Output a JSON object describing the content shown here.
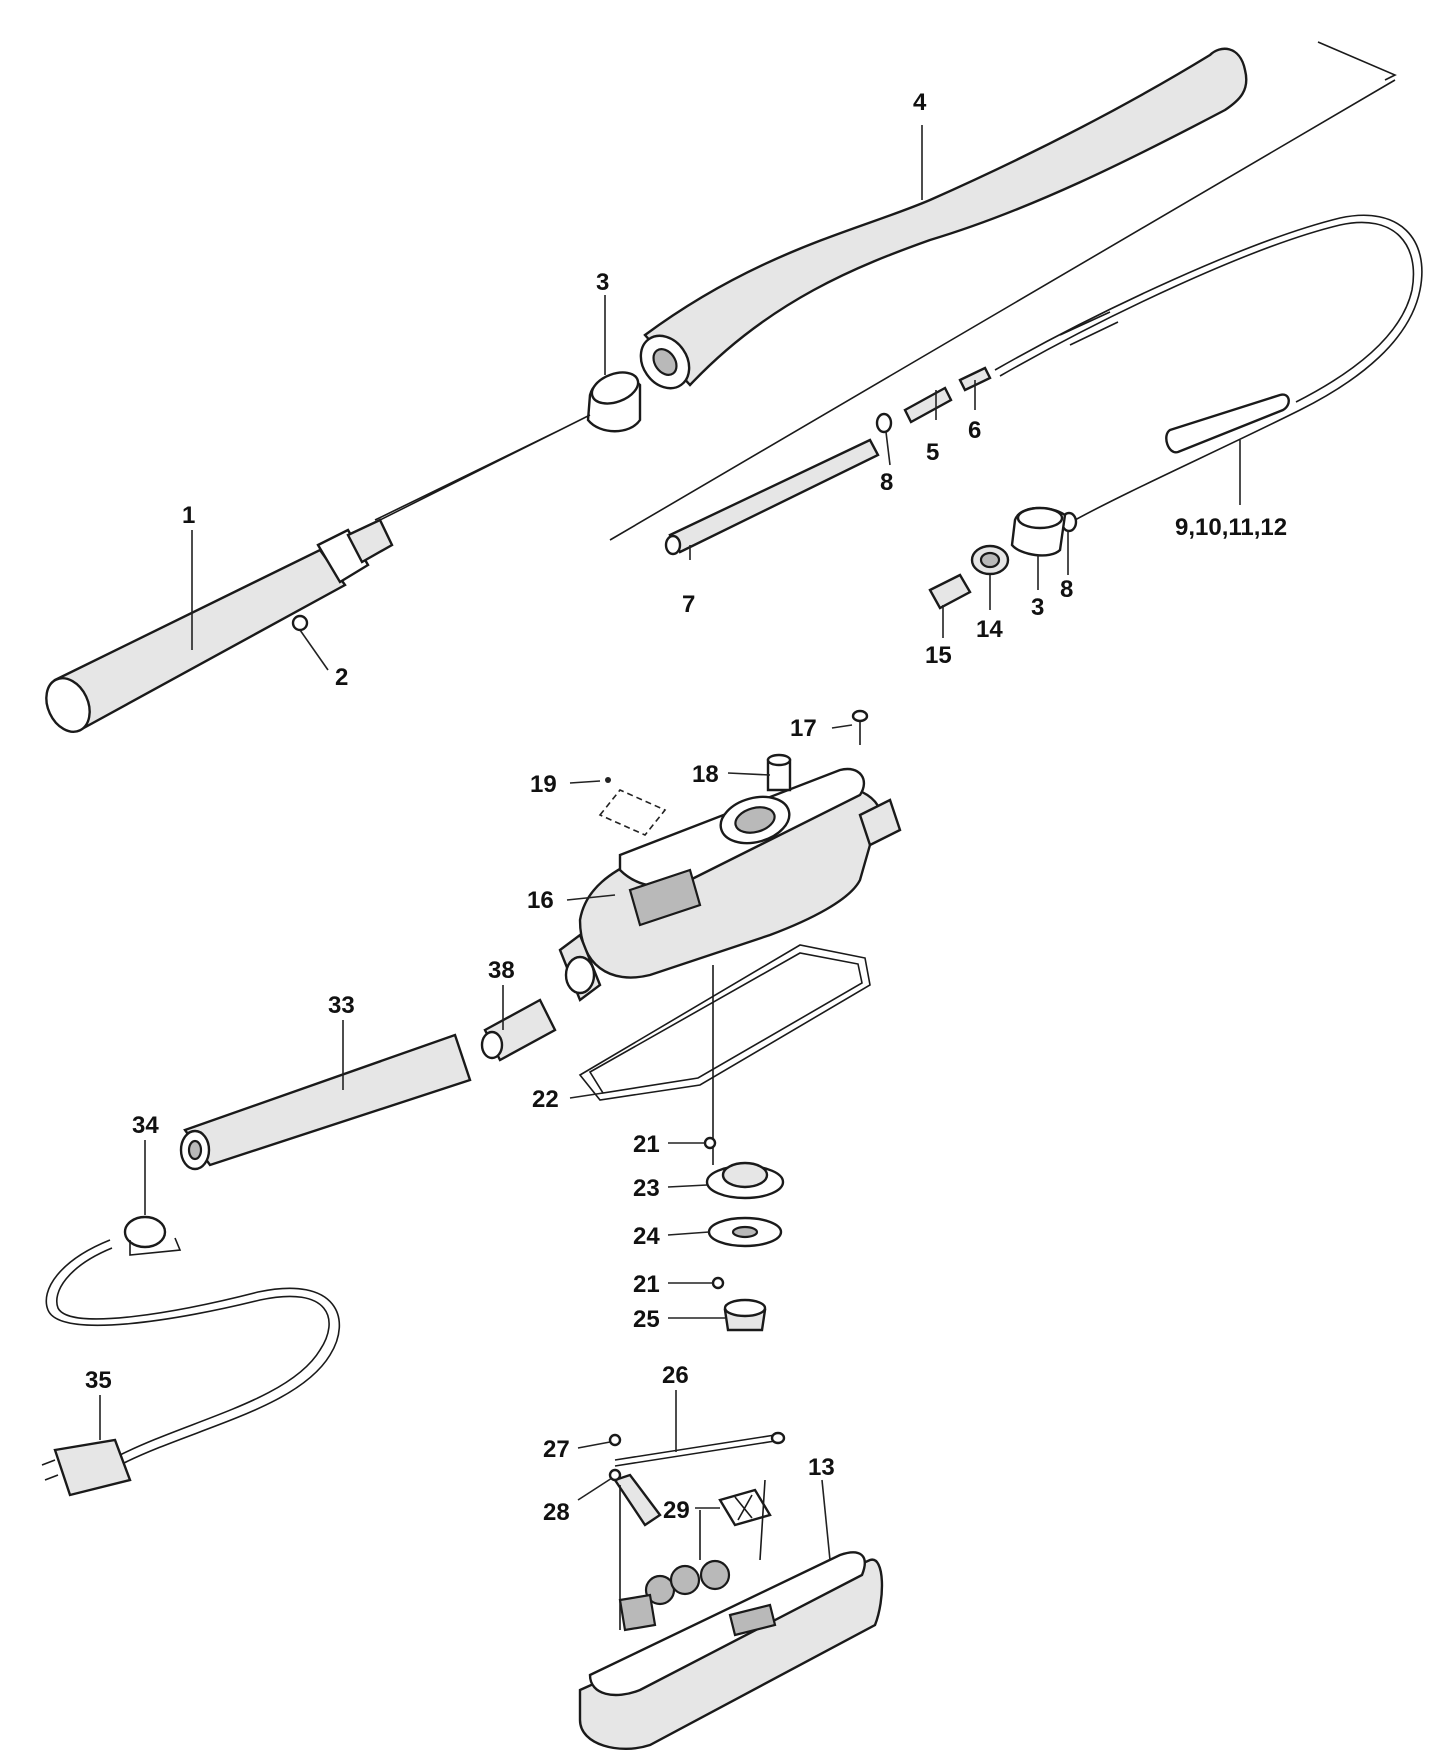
{
  "labels": {
    "p1": "1",
    "p2": "2",
    "p3a": "3",
    "p3b": "3",
    "p4": "4",
    "p5": "5",
    "p6": "6",
    "p7": "7",
    "p8a": "8",
    "p8b": "8",
    "p9_12": "9,10,11,12",
    "p13": "13",
    "p14": "14",
    "p15": "15",
    "p16": "16",
    "p17": "17",
    "p18": "18",
    "p19": "19",
    "p21a": "21",
    "p21b": "21",
    "p22": "22",
    "p23": "23",
    "p24": "24",
    "p25": "25",
    "p26": "26",
    "p27": "27",
    "p28": "28",
    "p29": "29",
    "p33": "33",
    "p34": "34",
    "p35": "35",
    "p38": "38"
  }
}
